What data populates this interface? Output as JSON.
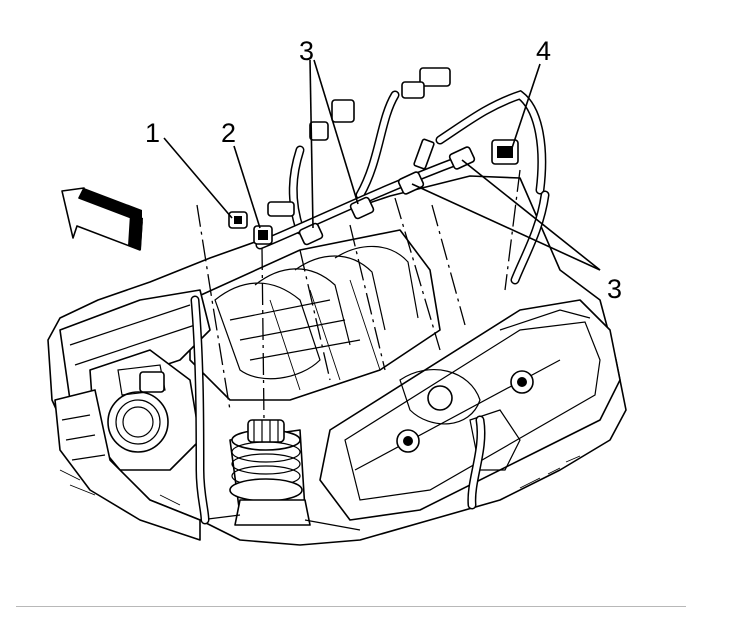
{
  "figure": {
    "callouts": [
      {
        "id": "1",
        "text": "1"
      },
      {
        "id": "2",
        "text": "2"
      },
      {
        "id": "3a",
        "text": "3"
      },
      {
        "id": "3b",
        "text": "3"
      },
      {
        "id": "4",
        "text": "4"
      }
    ]
  },
  "icons": {
    "direction_arrow": "front-direction-arrow-icon"
  },
  "colors": {
    "line": "#000000",
    "background": "#ffffff",
    "rule": "#b8b8b8"
  }
}
